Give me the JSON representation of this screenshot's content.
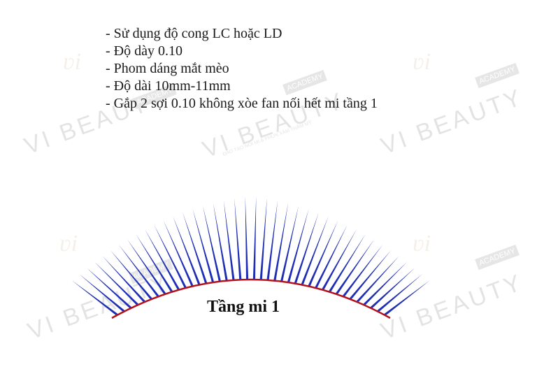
{
  "notes": [
    "- Sử dụng độ cong LC hoặc LD",
    "- Độ dày 0.10",
    "- Phom dáng mắt mèo",
    "- Độ dài 10mm-11mm",
    "- Gắp 2 sợi 0.10 không xòe fan nối hết mi tầng 1"
  ],
  "diagram": {
    "caption": "Tầng mi 1",
    "colors": {
      "lash": "#1f2fb5",
      "lid": "#b3121c"
    }
  },
  "watermark": {
    "logo": "ʋi",
    "brand": "VI BEAUTY",
    "badge": "ACADEMY",
    "tagline": "ĐÀO TẠO NỐI MI & PHUN XĂM THẨM MỸ"
  }
}
